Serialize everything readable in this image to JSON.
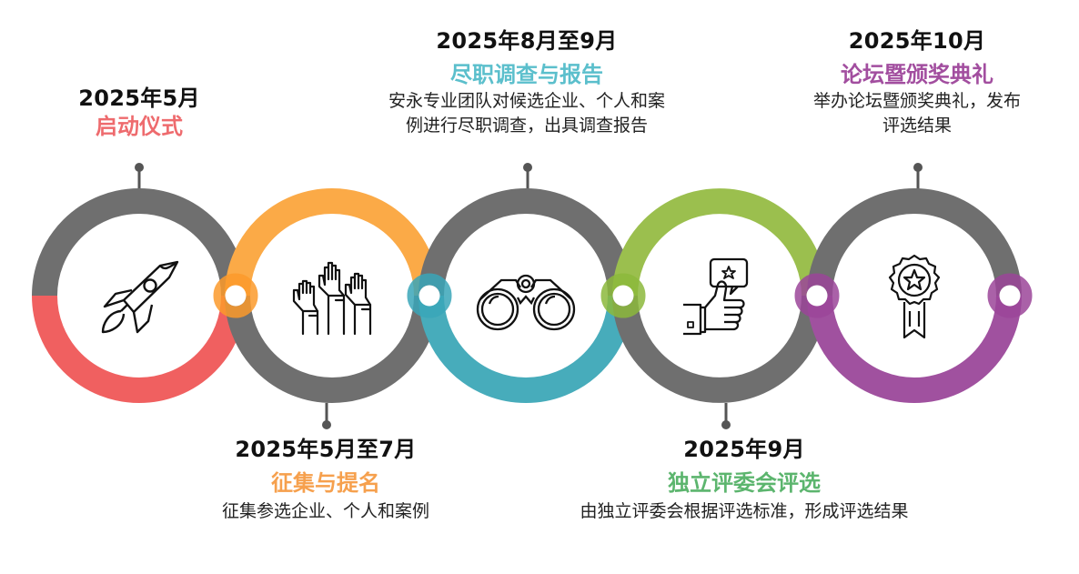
{
  "colors": {
    "gray": "#6f6f6f",
    "connector_stem": "#555555",
    "red": "#f06060",
    "orange": "#fbaa47",
    "teal": "#47acbb",
    "green": "#9bbf4e",
    "purple": "#a0519f",
    "title_red": "#ee6b6e",
    "title_orange": "#f6a04d",
    "title_teal": "#5bbfcc",
    "title_green": "#5cb56e",
    "title_purple": "#a24e9f"
  },
  "stages": [
    {
      "date": "2025年5月",
      "title": "启动仪式",
      "description": [],
      "icon": "rocket-icon",
      "position": "top"
    },
    {
      "date": "2025年5月至7月",
      "title": "征集与提名",
      "description": [
        "征集参选企业、个人和案例"
      ],
      "icon": "raised-hands-icon",
      "position": "bottom"
    },
    {
      "date": "2025年8月至9月",
      "title": "尽职调查与报告",
      "description": [
        "安永专业团队对候选企业、个人和案",
        "例进行尽职调查，出具调查报告"
      ],
      "icon": "binoculars-icon",
      "position": "top"
    },
    {
      "date": "2025年9月",
      "title": "独立评委会评选",
      "description": [
        "由独立评委会根据评选标准，形成评选结果"
      ],
      "icon": "thumbs-up-star-icon",
      "position": "bottom"
    },
    {
      "date": "2025年10月",
      "title": "论坛暨颁奖典礼",
      "description": [
        "举办论坛暨颁奖典礼，发布",
        "评选结果"
      ],
      "icon": "award-medal-icon",
      "position": "top"
    }
  ]
}
